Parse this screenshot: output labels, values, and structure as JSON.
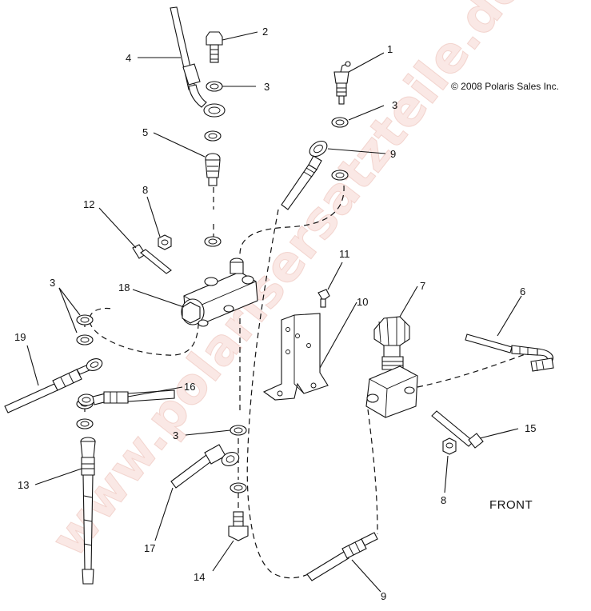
{
  "watermark": "www.polarisersatzteile.de",
  "copyright": "© 2008 Polaris Sales Inc.",
  "orientation_label": "FRONT",
  "callouts": {
    "c1": "1",
    "c2": "2",
    "c3a": "3",
    "c3b": "3",
    "c3c": "3",
    "c3d": "3",
    "c4": "4",
    "c5": "5",
    "c6": "6",
    "c7": "7",
    "c8a": "8",
    "c8b": "8",
    "c9a": "9",
    "c9b": "9",
    "c10": "10",
    "c11": "11",
    "c12": "12",
    "c13": "13",
    "c14": "14",
    "c15": "15",
    "c16": "16",
    "c17": "17",
    "c18": "18",
    "c19": "19"
  }
}
